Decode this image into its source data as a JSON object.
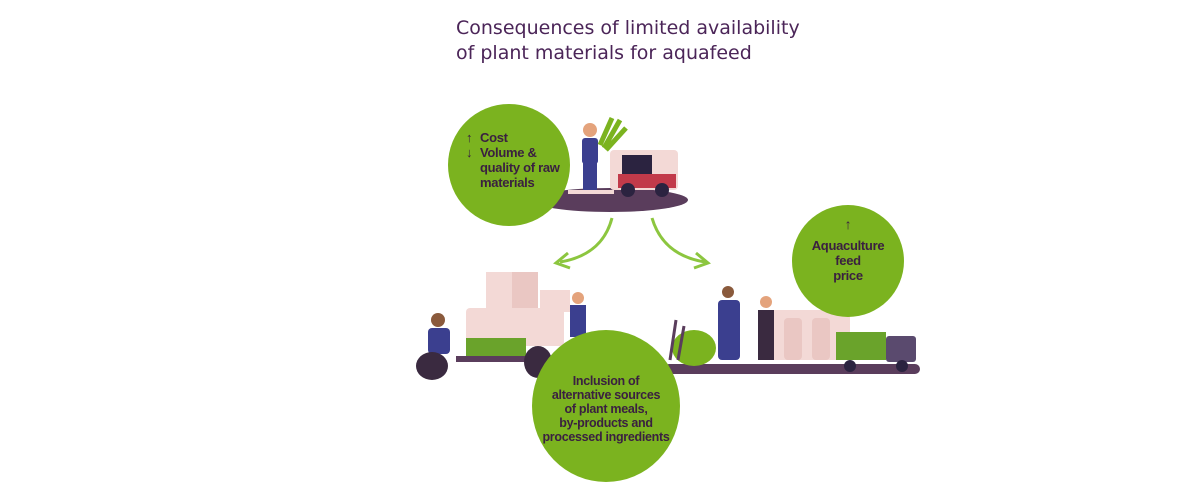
{
  "title": {
    "line1": "Consequences of limited availability",
    "line2": "of plant materials for aquafeed"
  },
  "circles": {
    "top": {
      "line1_arrow": "up-arrow-icon",
      "line1": "Cost",
      "line2_arrow": "down-arrow-icon",
      "line2a": "Volume &",
      "line2b": "quality of raw",
      "line2c": "materials"
    },
    "right": {
      "arrow": "up-arrow-icon",
      "line1": "Aquaculture",
      "line2": "feed",
      "line3": "price"
    },
    "bottom": {
      "line1": "Inclusion of",
      "line2": "alternative sources",
      "line3": "of plant meals,",
      "line4": "by-products and",
      "line5": "processed ingredients"
    }
  },
  "colors": {
    "circle": "#7bb31f",
    "title": "#4b2558",
    "arrow": "#8cc63f",
    "ground": "#5a3d5c",
    "machine_pink": "#f3d9d6",
    "machine_red": "#c23a4a",
    "worker_blue": "#3b3f8f"
  },
  "icons": {
    "flow_arrow_left": "curved-arrow-left-icon",
    "flow_arrow_right": "curved-arrow-right-icon",
    "farmer": "farmer-illustration",
    "mill": "mill-illustration",
    "logistics": "logistics-illustration"
  }
}
